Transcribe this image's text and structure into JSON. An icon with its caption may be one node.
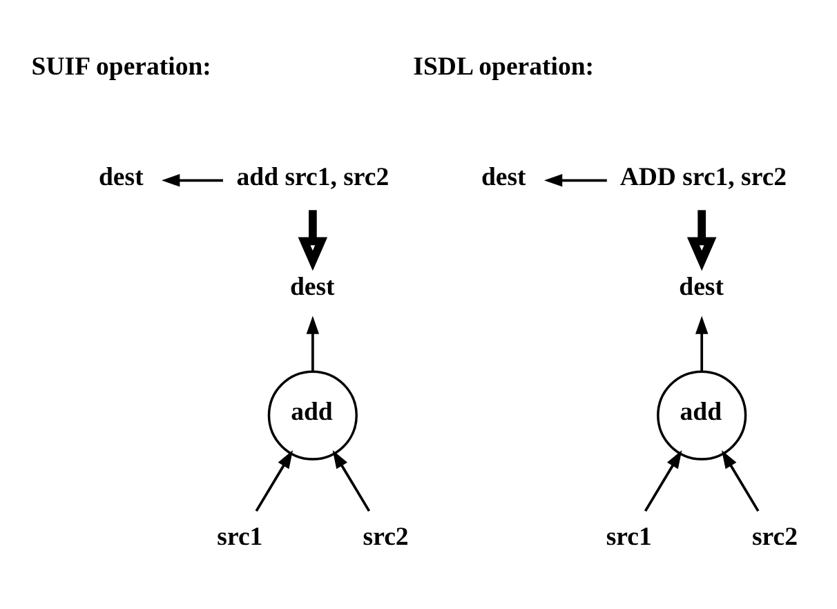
{
  "diagram": {
    "nodes": [
      {
        "text": [
          "dest"
        ]
      },
      {
        "text": [
          "add src1, src2"
        ]
      },
      {
        "text": [
          "dest"
        ]
      },
      {
        "text": [
          "add"
        ]
      },
      {
        "text": [
          "src1"
        ]
      },
      {
        "text": [
          "src2"
        ]
      },
      {
        "text": [
          "dest"
        ]
      },
      {
        "text": [
          "ADD src1, src2"
        ]
      },
      {
        "text": [
          "dest"
        ]
      },
      {
        "text": [
          "add"
        ]
      },
      {
        "text": [
          "src1"
        ]
      },
      {
        "text": [
          "src2"
        ]
      }
    ],
    "edges": [
      {
        "from": 1,
        "to": 0,
        "arrow": "to"
      },
      {
        "from": 1,
        "to": 2,
        "arrow": "to",
        "style": "thick"
      },
      {
        "from": 3,
        "to": 2,
        "arrow": "to"
      },
      {
        "from": 4,
        "to": 3,
        "arrow": "to"
      },
      {
        "from": 5,
        "to": 3,
        "arrow": "to"
      },
      {
        "from": 7,
        "to": 6,
        "arrow": "to"
      },
      {
        "from": 7,
        "to": 8,
        "arrow": "to",
        "style": "thick"
      },
      {
        "from": 9,
        "to": 8,
        "arrow": "to"
      },
      {
        "from": 10,
        "to": 9,
        "arrow": "to"
      },
      {
        "from": 11,
        "to": 9,
        "arrow": "to"
      }
    ],
    "labels": [
      "SUIF operation:",
      "ISDL operation:"
    ]
  }
}
